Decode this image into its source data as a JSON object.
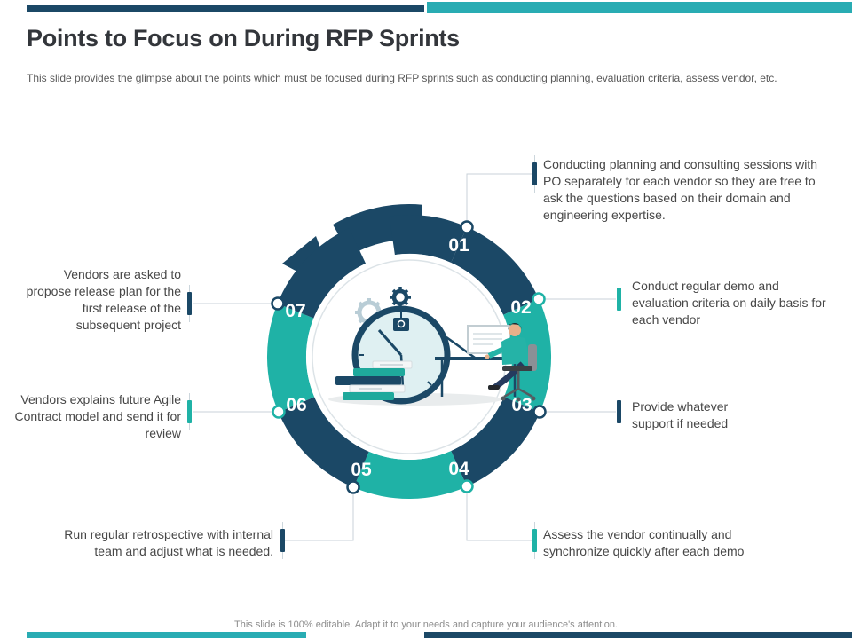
{
  "slide": {
    "title": "Points to Focus on During RFP Sprints",
    "subtitle": "This slide provides the glimpse about the points which must be focused during RFP sprints such as conducting planning, evaluation criteria, assess vendor, etc.",
    "footer": "This slide is 100% editable.  Adapt it to your needs and capture your audience's attention."
  },
  "colors": {
    "navy": "#1b4866",
    "teal": "#1fb2a6",
    "teal_bar": "#29acb3",
    "connector": "#c8d2d8",
    "body_text": "#474747"
  },
  "diagram_items": [
    {
      "number": "01",
      "color": "navy",
      "description": "Conducting planning and consulting sessions with PO  separately for each vendor so they are free to ask the questions based on their domain and engineering expertise."
    },
    {
      "number": "02",
      "color": "teal",
      "description": "Conduct regular demo and evaluation  criteria on daily basis for each vendor"
    },
    {
      "number": "03",
      "color": "navy",
      "description": "Provide whatever support if needed"
    },
    {
      "number": "04",
      "color": "teal",
      "description": "Assess the vendor continually and synchronize quickly after each demo"
    },
    {
      "number": "05",
      "color": "navy",
      "description": "Run regular retrospective with internal team and adjust what is needed."
    },
    {
      "number": "06",
      "color": "teal",
      "description": "Vendors explains future Agile  Contract model and send it for review"
    },
    {
      "number": "07",
      "color": "navy",
      "description": "Vendors are asked to propose release plan for the first release of the subsequent project"
    }
  ]
}
